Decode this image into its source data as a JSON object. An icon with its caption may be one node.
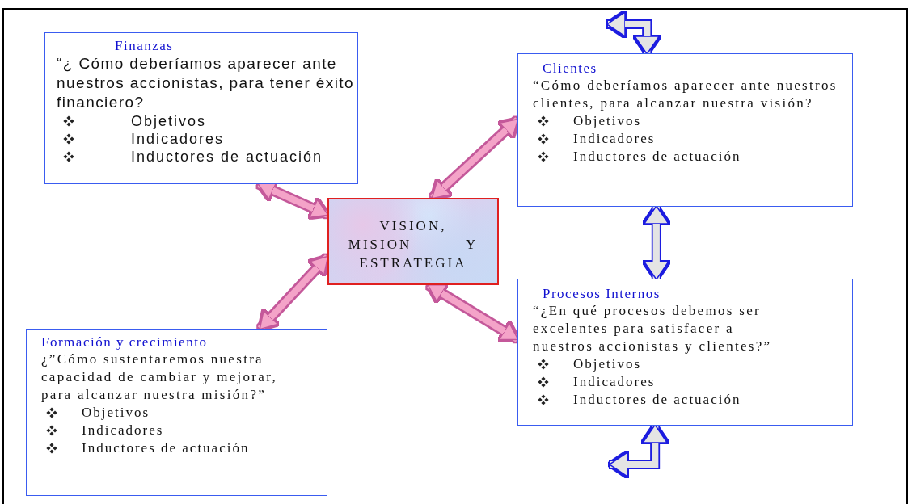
{
  "diagram": {
    "nodes": [
      {
        "text": [
          "Finanzas",
          "“¿ Cómo deberíamos aparecer ante nuestros accionistas, para tener éxito financiero?",
          "Objetivos",
          "Indicadores",
          "Inductores de actuación"
        ]
      },
      {
        "text": [
          "Clientes",
          "“Cómo deberíamos aparecer ante nuestros clientes, para alcanzar nuestra visión?",
          "Objetivos",
          "Indicadores",
          "Inductores de actuación"
        ]
      },
      {
        "text": [
          "VISION, MISION Y ESTRATEGIA"
        ]
      },
      {
        "text": [
          "Procesos Internos",
          "“¿En qué procesos debemos ser excelentes para satisfacer a nuestros accionistas y clientes?”",
          "Objetivos",
          "Indicadores",
          "Inductores de actuación"
        ]
      },
      {
        "text": [
          "Formación y crecimiento",
          "¿”Cómo sustentaremos nuestra capacidad de cambiar y mejorar, para alcanzar nuestra misión?”",
          "Objetivos",
          "Indicadores",
          "Inductores de actuación"
        ]
      }
    ],
    "edges": [
      {
        "from": 0,
        "to": 2,
        "arrow": "both"
      },
      {
        "from": 1,
        "to": 2,
        "arrow": "both"
      },
      {
        "from": 2,
        "to": 4,
        "arrow": "both"
      },
      {
        "from": 2,
        "to": 3,
        "arrow": "both"
      },
      {
        "from": 1,
        "to": 3,
        "arrow": "both",
        "color": "#e4e4e4"
      },
      {
        "from": null,
        "to": 1,
        "arrow": "both",
        "color": "#e4e4e4"
      },
      {
        "from": null,
        "to": 3,
        "arrow": "both",
        "color": "#e4e4e4"
      }
    ]
  }
}
